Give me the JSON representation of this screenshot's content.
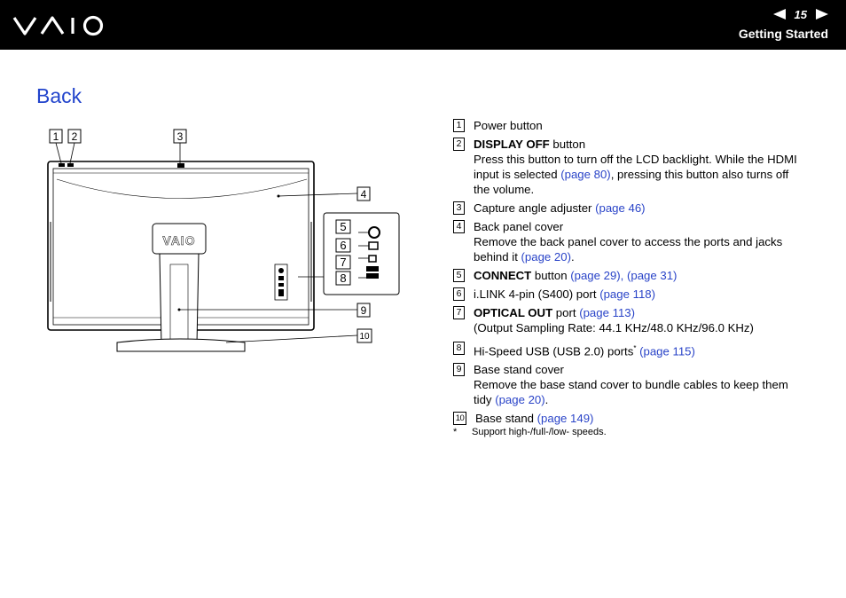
{
  "header": {
    "page_number": "15",
    "section": "Getting Started",
    "logo_text": "VAIO",
    "prev_icon": "arrow-left-icon",
    "next_icon": "arrow-right-icon"
  },
  "title": "Back",
  "figure": {
    "callouts": [
      "1",
      "2",
      "3",
      "4",
      "5",
      "6",
      "7",
      "8",
      "9",
      "10"
    ]
  },
  "items": [
    {
      "num": "1",
      "text": "Power button"
    },
    {
      "num": "2",
      "bold": "DISPLAY OFF",
      "text": " button",
      "desc": "Press this button to turn off the LCD backlight. While the HDMI input is selected ",
      "link1": "(page 80)",
      "desc2": ", pressing this button also turns off the volume."
    },
    {
      "num": "3",
      "text": "Capture angle adjuster ",
      "link1": "(page 46)"
    },
    {
      "num": "4",
      "text": "Back panel cover",
      "desc": "Remove the back panel cover to access the ports and jacks behind it ",
      "link1": "(page 20)",
      "desc2": "."
    },
    {
      "num": "5",
      "bold": "CONNECT",
      "text": " button ",
      "link1": "(page 29)",
      "sep": ", ",
      "link2": "(page 31)"
    },
    {
      "num": "6",
      "text": "i.LINK 4-pin (S400) port ",
      "link1": "(page 118)"
    },
    {
      "num": "7",
      "bold": "OPTICAL OUT",
      "text": " port ",
      "link1": "(page 113)",
      "desc": "(Output Sampling Rate: 44.1 KHz/48.0 KHz/96.0 KHz)"
    },
    {
      "num": "8",
      "text": "Hi-Speed USB (USB 2.0) ports",
      "sup": "*",
      "link1": " (page 115)"
    },
    {
      "num": "9",
      "text": "Base stand cover",
      "desc": "Remove the base stand cover to bundle cables to keep them tidy ",
      "link1": "(page 20)",
      "desc2": "."
    },
    {
      "num": "10",
      "text": "Base stand ",
      "link1": "(page 149)"
    }
  ],
  "footnote": {
    "mark": "*",
    "text": "Support high-/full-/low- speeds."
  }
}
